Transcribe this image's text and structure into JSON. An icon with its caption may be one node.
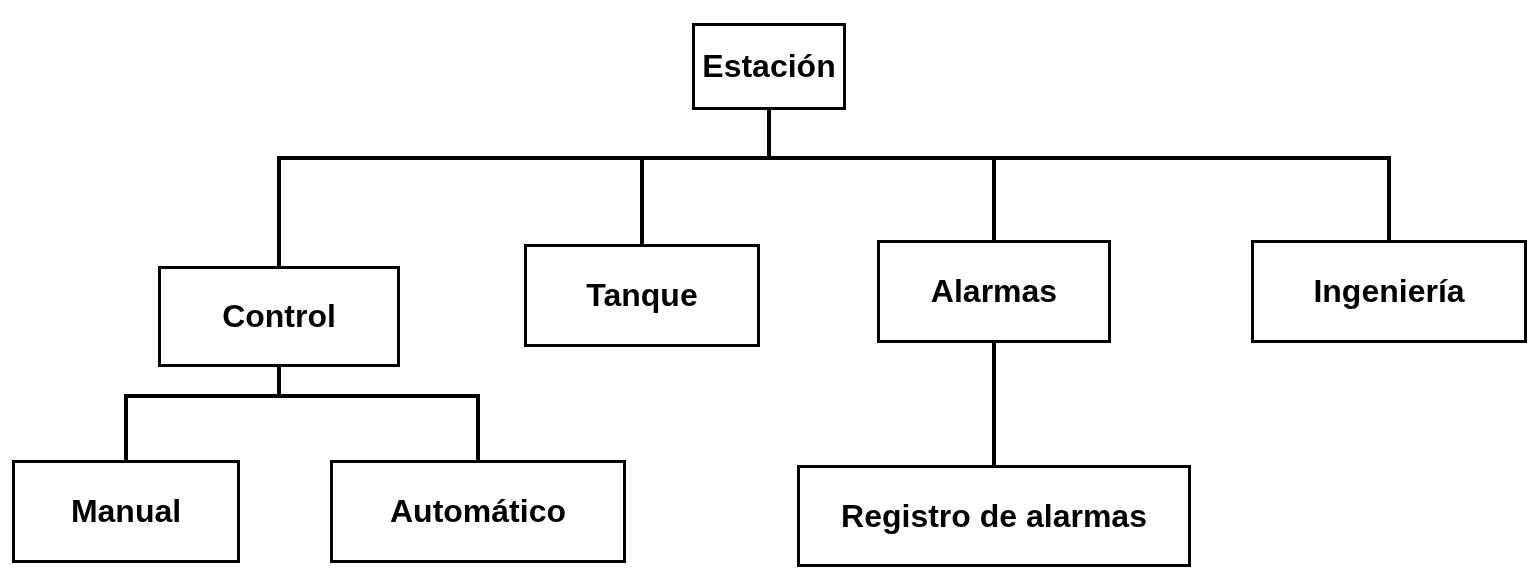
{
  "diagram": {
    "nodes": [
      {
        "text": [
          "Estación"
        ]
      },
      {
        "text": [
          "Control"
        ]
      },
      {
        "text": [
          "Tanque"
        ]
      },
      {
        "text": [
          "Alarmas"
        ]
      },
      {
        "text": [
          "Ingeniería"
        ]
      },
      {
        "text": [
          "Manual"
        ]
      },
      {
        "text": [
          "Automático"
        ]
      },
      {
        "text": [
          "Registro de alarmas"
        ]
      }
    ],
    "edges": [
      {
        "from": 0,
        "to": 1,
        "arrow": "none"
      },
      {
        "from": 0,
        "to": 2,
        "arrow": "none"
      },
      {
        "from": 0,
        "to": 3,
        "arrow": "none"
      },
      {
        "from": 0,
        "to": 4,
        "arrow": "none"
      },
      {
        "from": 1,
        "to": 5,
        "arrow": "none"
      },
      {
        "from": 1,
        "to": 6,
        "arrow": "none"
      },
      {
        "from": 3,
        "to": 7,
        "arrow": "none"
      }
    ]
  }
}
